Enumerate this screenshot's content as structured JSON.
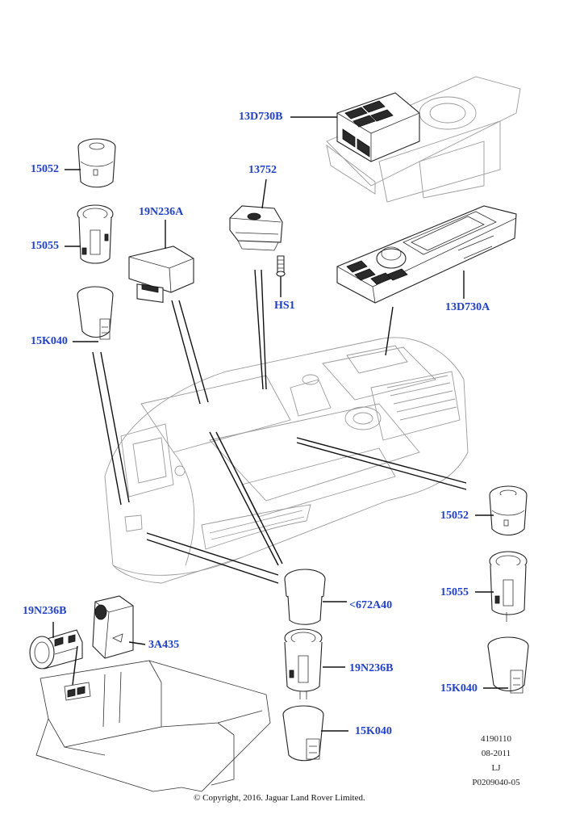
{
  "callouts": {
    "c13D730B": "13D730B",
    "c15052_top": "15052",
    "c13752": "13752",
    "c19N236A": "19N236A",
    "c15055_top": "15055",
    "cHS1": "HS1",
    "c13D730A": "13D730A",
    "c15K040_top": "15K040",
    "c15052_right": "15052",
    "c15055_right": "15055",
    "c672A40": "<672A40",
    "c19N236B_left": "19N236B",
    "c3A435": "3A435",
    "c19N236B_center": "19N236B",
    "c15K040_right": "15K040",
    "c15K040_center": "15K040"
  },
  "meta": {
    "ref": "4190110",
    "date": "08-2011",
    "code": "LJ",
    "part": "P0209040-05"
  },
  "copyright": "© Copyright, 2016. Jaguar Land Rover Limited.",
  "colors": {
    "callout": "#1f3fd6",
    "line": "#222222",
    "ghost": "#9a9a9a"
  }
}
